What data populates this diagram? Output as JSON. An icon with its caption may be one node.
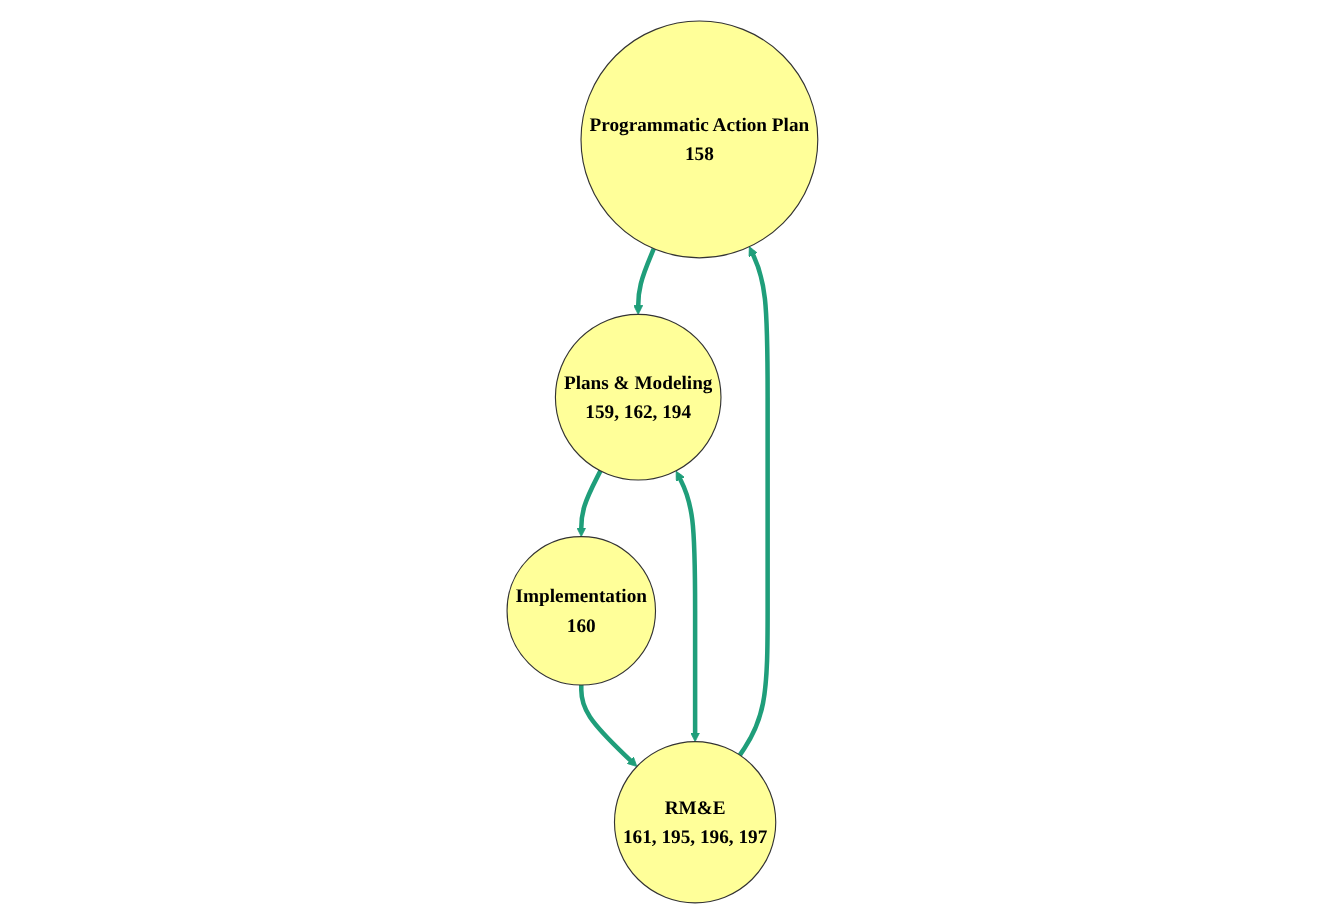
{
  "diagram": {
    "nodes": [
      {
        "text": [
          "Programmatic Action Plan",
          "158"
        ]
      },
      {
        "text": [
          "Plans & Modeling",
          "159, 162, 194"
        ]
      },
      {
        "text": [
          "RM&E",
          "161, 195, 196, 197"
        ]
      },
      {
        "text": [
          "Implementation",
          "160"
        ]
      }
    ],
    "edges": [
      {
        "from": 0,
        "to": 1,
        "arrow": "to"
      },
      {
        "from": 1,
        "to": 3,
        "arrow": "to"
      },
      {
        "from": 3,
        "to": 2,
        "arrow": "to"
      },
      {
        "from": 2,
        "to": 0,
        "arrow": "to"
      },
      {
        "from": 1,
        "to": 2,
        "arrow": "both"
      }
    ]
  }
}
